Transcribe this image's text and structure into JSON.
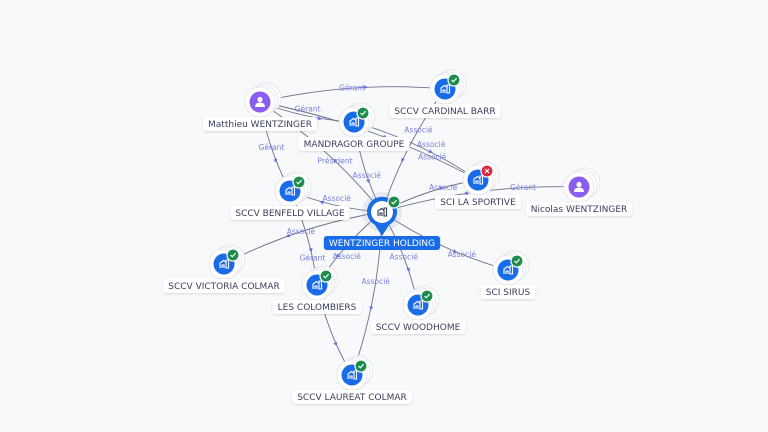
{
  "colors": {
    "company": "#1a6be8",
    "person": "#8a5cf0",
    "active": "#1e8a4c",
    "inactive": "#d8293e",
    "edge": "#6b7088",
    "edge_label": "#7b7fe0"
  },
  "center": {
    "id": "holding",
    "label": "WENTZINGER HOLDING",
    "status": "active",
    "icon": "building-icon"
  },
  "nodes": [
    {
      "id": "matthieu",
      "label": "Matthieu WENTZINGER",
      "type": "person",
      "icon": "person-icon"
    },
    {
      "id": "nicolas",
      "label": "Nicolas WENTZINGER",
      "type": "person",
      "icon": "person-icon"
    },
    {
      "id": "cardinal",
      "label": "SCCV CARDINAL BARR",
      "type": "company",
      "status": "active",
      "icon": "building-icon"
    },
    {
      "id": "mandragor",
      "label": "MANDRAGOR GROUPE",
      "type": "company",
      "status": "active",
      "icon": "building-icon"
    },
    {
      "id": "benfeld",
      "label": "SCCV BENFELD VILLAGE",
      "type": "company",
      "status": "active",
      "icon": "building-icon"
    },
    {
      "id": "sportive",
      "label": "SCI LA SPORTIVE",
      "type": "company",
      "status": "inactive",
      "icon": "building-icon"
    },
    {
      "id": "victoria",
      "label": "SCCV VICTORIA COLMAR",
      "type": "company",
      "status": "active",
      "icon": "building-icon"
    },
    {
      "id": "colombiers",
      "label": "LES COLOMBIERS",
      "type": "company",
      "status": "active",
      "icon": "building-icon"
    },
    {
      "id": "sirus",
      "label": "SCI SIRUS",
      "type": "company",
      "status": "active",
      "icon": "building-icon"
    },
    {
      "id": "woodhome",
      "label": "SCCV WOODHOME",
      "type": "company",
      "status": "active",
      "icon": "building-icon"
    },
    {
      "id": "laureat",
      "label": "SCCV LAUREAT COLMAR",
      "type": "company",
      "status": "active",
      "icon": "building-icon"
    }
  ],
  "edges": [
    {
      "from": "matthieu",
      "to": "cardinal",
      "label": "Gérant"
    },
    {
      "from": "matthieu",
      "to": "mandragor",
      "label": "Gérant"
    },
    {
      "from": "matthieu",
      "to": "sportive",
      "label": "Associé"
    },
    {
      "from": "matthieu",
      "to": "benfeld",
      "label": "Gérant"
    },
    {
      "from": "matthieu",
      "to": "holding",
      "label": "Président"
    },
    {
      "from": "mandragor",
      "to": "holding",
      "label": "Associé"
    },
    {
      "from": "mandragor",
      "to": "sportive",
      "label": "Associé"
    },
    {
      "from": "cardinal",
      "to": "holding",
      "label": "Associé"
    },
    {
      "from": "holding",
      "to": "sportive",
      "label": "Associé"
    },
    {
      "from": "nicolas",
      "to": "holding",
      "label": "Gérant"
    },
    {
      "from": "holding",
      "to": "benfeld",
      "label": "Associé"
    },
    {
      "from": "holding",
      "to": "victoria",
      "label": "Associé"
    },
    {
      "from": "benfeld",
      "to": "colombiers",
      "label": "Gérant"
    },
    {
      "from": "holding",
      "to": "colombiers",
      "label": "Associé"
    },
    {
      "from": "holding",
      "to": "woodhome",
      "label": "Associé"
    },
    {
      "from": "holding",
      "to": "sirus",
      "label": "Associé"
    },
    {
      "from": "holding",
      "to": "laureat",
      "label": "Associé"
    },
    {
      "from": "colombiers",
      "to": "laureat",
      "label": ""
    }
  ]
}
